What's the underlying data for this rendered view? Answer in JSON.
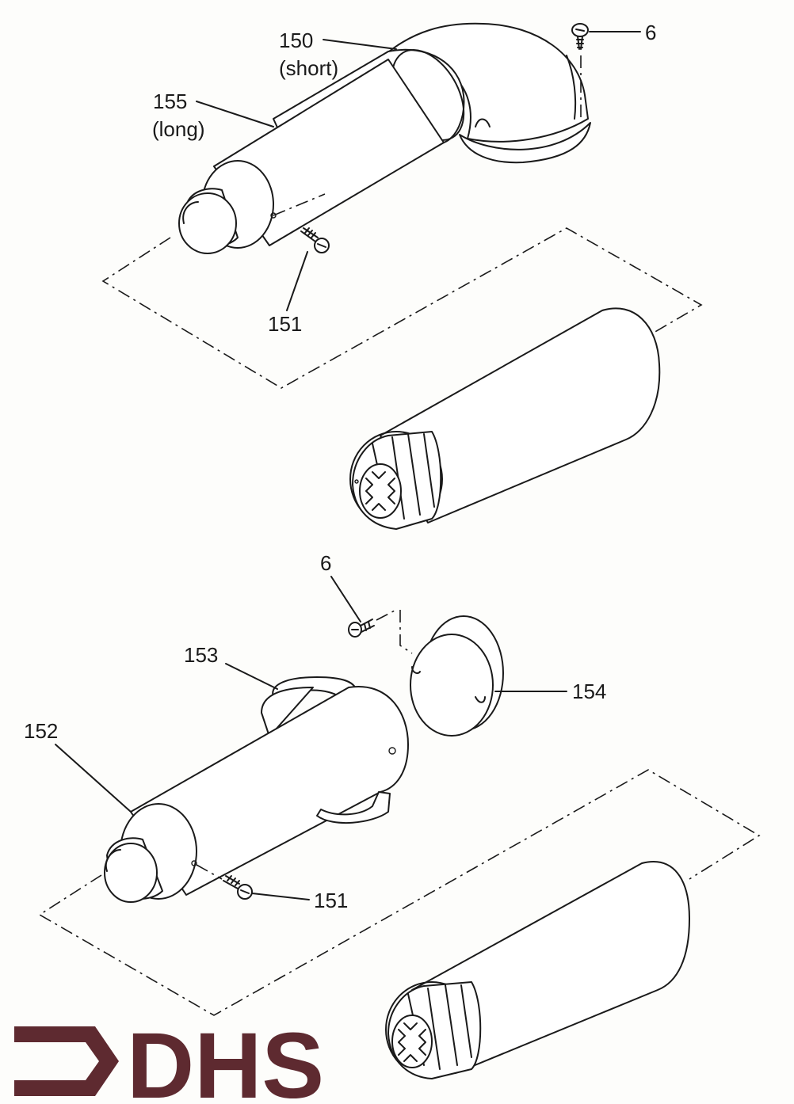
{
  "labels": {
    "top_150": "150",
    "top_150_sub": "(short)",
    "top_155": "155",
    "top_155_sub": "(long)",
    "top_6": "6",
    "top_151": "151",
    "bottom_6": "6",
    "bottom_153": "153",
    "bottom_154": "154",
    "bottom_152": "152",
    "bottom_151": "151"
  },
  "logo": {
    "text": "DHS",
    "color": "#5e2a30"
  },
  "colors": {
    "ink": "#1a1a1a",
    "paper": "#fdfdfb"
  }
}
